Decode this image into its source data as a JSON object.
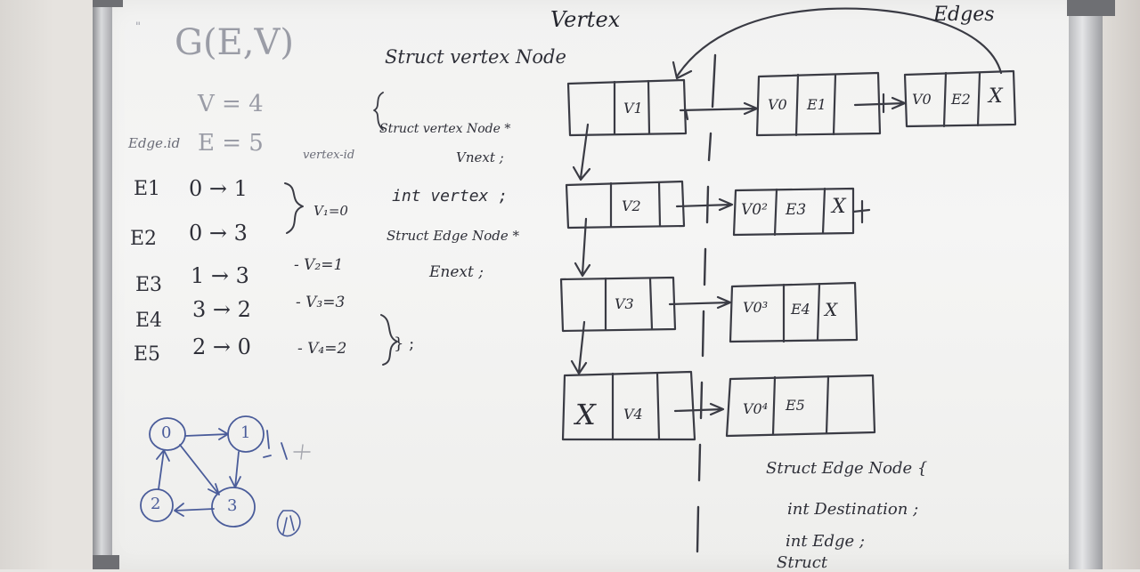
{
  "graph": {
    "title": "G(E,V)",
    "vertex_count": "V = 4",
    "edge_id_label": "Edge.id",
    "edge_count": "E = 5",
    "edges": [
      {
        "id": "E1",
        "rel": "0 → 1"
      },
      {
        "id": "E2",
        "rel": "0 → 3"
      },
      {
        "id": "E3",
        "rel": "1 → 3"
      },
      {
        "id": "E4",
        "rel": "3 → 2"
      },
      {
        "id": "E5",
        "rel": "2 → 0"
      }
    ],
    "vertex_ids": [
      "V₁=0",
      "- V₂=1",
      "- V₃=3",
      "- V₄=2"
    ],
    "small_graph_nodes": [
      "0",
      "1",
      "2",
      "3"
    ]
  },
  "structs": {
    "vertex_node_title": "Struct vertex Node",
    "open_brace": "{",
    "vertex_id_label": "vertex-id",
    "next_ptr": "Struct vertex Node *",
    "next_name": "Vnext ;",
    "int_vertex": "int vertex ;",
    "edge_ptr": "Struct Edge Node *",
    "edge_name": "Enext ;",
    "close_brace": "} ;",
    "edge_node_title": "Struct Edge Node {",
    "int_destination": "int Destination ;",
    "int_edge": "int Edge ;",
    "struct_tail": "Struct"
  },
  "headers": {
    "vertex": "Vertex",
    "edges": "Edges"
  },
  "vertex_list": [
    {
      "label": "V1"
    },
    {
      "label": "V2"
    },
    {
      "label": "V3"
    },
    {
      "label": "V4",
      "null_mark": "X"
    }
  ],
  "edge_list": [
    [
      {
        "dest": "V0",
        "edge": "E1"
      },
      {
        "dest": "V0",
        "edge": "E2",
        "end": "X"
      }
    ],
    [
      {
        "dest": "V0²",
        "edge": "E3",
        "end": "X"
      }
    ],
    [
      {
        "dest": "V0³",
        "edge": "E4",
        "end": "X"
      }
    ],
    [
      {
        "dest": "V0⁴",
        "edge": "E5"
      }
    ]
  ]
}
